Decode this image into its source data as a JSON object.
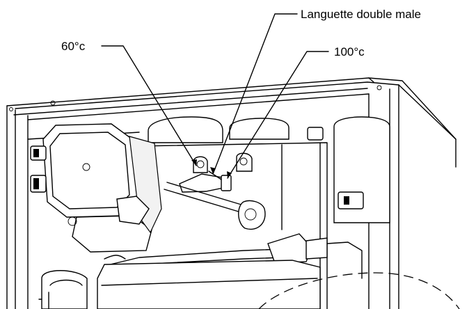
{
  "callouts": {
    "label_60": "60°c",
    "label_100": "100°c",
    "label_tab": "Languette double male"
  }
}
